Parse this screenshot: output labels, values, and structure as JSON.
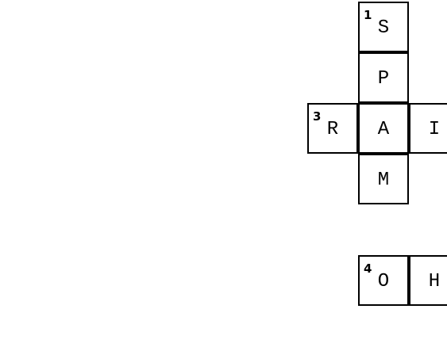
{
  "puzzle": {
    "cells": [
      {
        "letter": "S",
        "number": "1"
      },
      {
        "letter": "P",
        "number": ""
      },
      {
        "letter": "R",
        "number": "3"
      },
      {
        "letter": "A",
        "number": ""
      },
      {
        "letter": "I",
        "number": ""
      },
      {
        "letter": "M",
        "number": ""
      },
      {
        "letter": "O",
        "number": "4"
      },
      {
        "letter": "H",
        "number": ""
      }
    ]
  }
}
